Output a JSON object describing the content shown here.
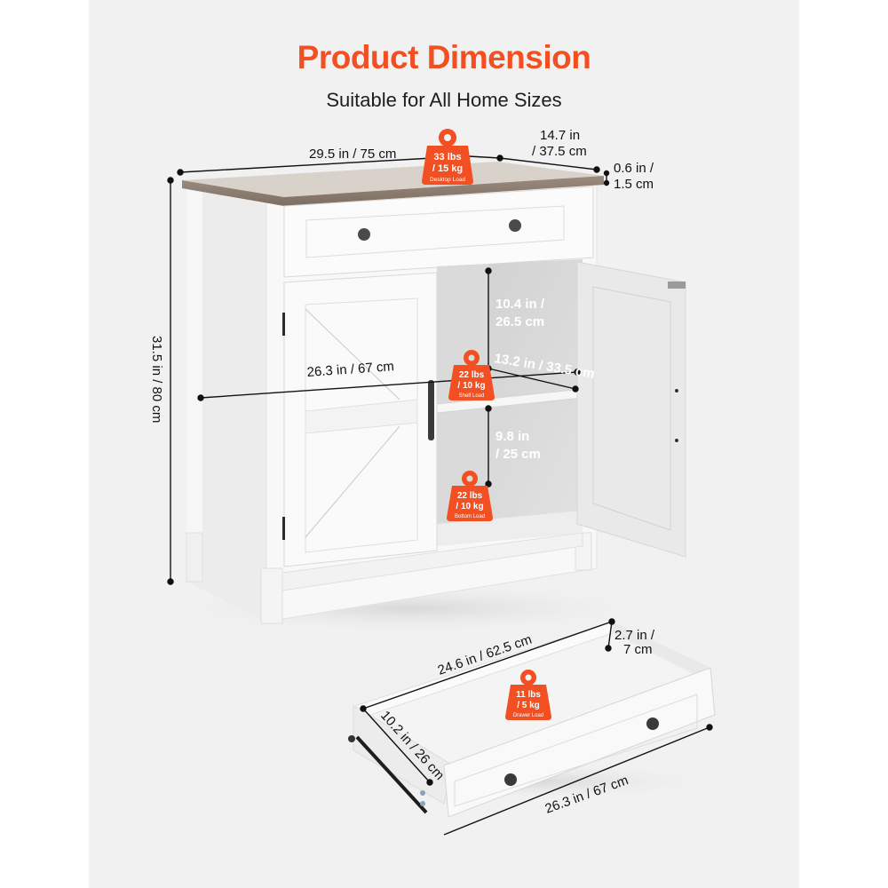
{
  "header": {
    "title": "Product Dimension",
    "subtitle": "Suitable for All Home Sizes"
  },
  "colors": {
    "accent": "#f24f23",
    "panel_bg": "#f1f1f1",
    "page_bg": "#ffffff",
    "cabinet_white": "#f7f7f7",
    "top_wood": "#8a7a6c",
    "hardware": "#3a3a3a"
  },
  "cabinet_dimensions": {
    "width": "29.5 in / 75 cm",
    "depth_line1": "14.7 in",
    "depth_line2": "/ 37.5 cm",
    "top_thickness_line1": "0.6 in /",
    "top_thickness_line2": "1.5 cm",
    "height": "31.5 in / 80 cm",
    "inner_width": "26.3 in / 67 cm",
    "upper_height_line1": "10.4 in /",
    "upper_height_line2": "26.5 cm",
    "shelf_depth": "13.2 in / 33.5 cm",
    "lower_height_line1": "9.8 in",
    "lower_height_line2": "/ 25 cm"
  },
  "drawer_dimensions": {
    "length": "24.6 in / 62.5 cm",
    "height_line1": "2.7 in /",
    "height_line2": "7 cm",
    "depth": "10.2 in / 26 cm",
    "front_width": "26.3 in / 67 cm"
  },
  "load_badges": [
    {
      "line1": "33 lbs",
      "line2": "/ 15 kg",
      "label": "Desktop Load"
    },
    {
      "line1": "22 lbs",
      "line2": "/ 10 kg",
      "label": "Shelf Load"
    },
    {
      "line1": "22 lbs",
      "line2": "/ 10 kg",
      "label": "Bottom Load"
    },
    {
      "line1": "11 lbs",
      "line2": "/ 5 kg",
      "label": "Drawer Load"
    }
  ]
}
